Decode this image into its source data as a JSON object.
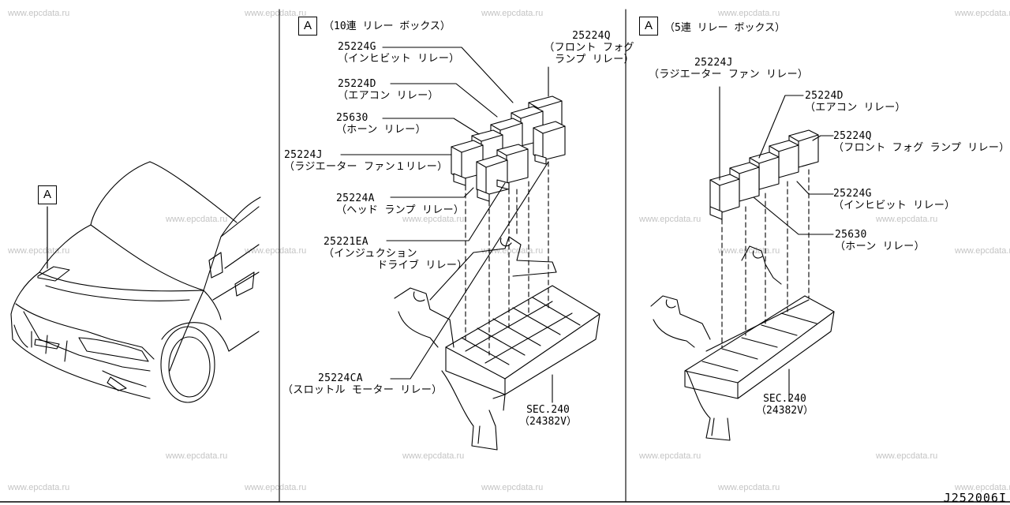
{
  "watermark": "www.epcdata.ru",
  "section_marker": "A",
  "car_panel": {
    "marker": "A"
  },
  "panel_10": {
    "marker": "A",
    "title": "（10連 リレー ボックス）",
    "parts": [
      {
        "code": "25224G",
        "desc": "（インヒビット リレー）"
      },
      {
        "code": "25224Q",
        "desc": "（フロント フォグ",
        "desc2": "ランプ リレー）"
      },
      {
        "code": "25224D",
        "desc": "（エアコン リレー）"
      },
      {
        "code": "25630",
        "desc": "（ホーン リレー）"
      },
      {
        "code": "25224J",
        "desc": "（ラジエーター ファン１リレー）"
      },
      {
        "code": "25224A",
        "desc": "（ヘッド ランプ リレー）"
      },
      {
        "code": "25221EA",
        "desc": "（インジュクション",
        "desc2": "ドライブ リレー）"
      },
      {
        "code": "25224CA",
        "desc": "（スロットル モーター リレー）"
      }
    ],
    "sec": "SEC.240",
    "sec_part": "（24382V）"
  },
  "panel_5": {
    "marker": "A",
    "title": "（5連 リレー ボックス）",
    "parts": [
      {
        "code": "25224J",
        "desc": "（ラジエーター ファン リレー）"
      },
      {
        "code": "25224D",
        "desc": "（エアコン リレー）"
      },
      {
        "code": "25224Q",
        "desc": "（フロント フォグ ランプ リレー）"
      },
      {
        "code": "25224G",
        "desc": "（インヒビット リレー）"
      },
      {
        "code": "25630",
        "desc": "（ホーン リレー）"
      }
    ],
    "sec": "SEC.240",
    "sec_part": "（24382V）"
  },
  "drawing_code": "J252006I"
}
